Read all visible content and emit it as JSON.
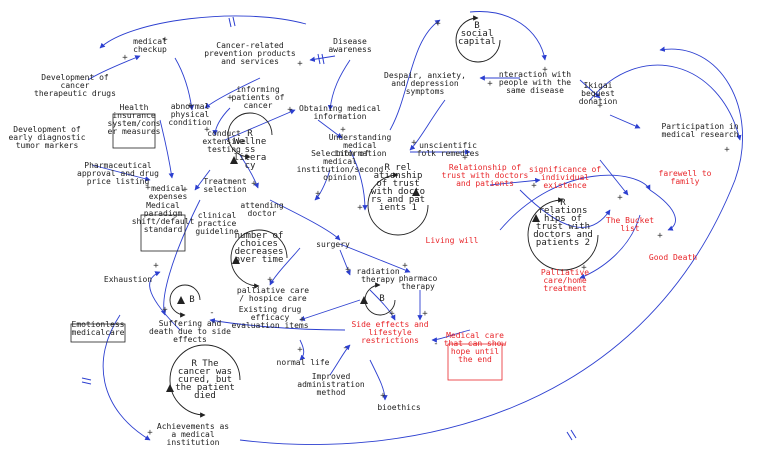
{
  "colors": {
    "arrow": "#2c3fd0",
    "red_text": "#e8262a",
    "black_text": "#222222"
  },
  "nodes": {
    "dev_cancer_drugs": [
      "Development of",
      "cancer",
      "therapeutic drugs"
    ],
    "medical_checkup": [
      "medical",
      "checkup"
    ],
    "cancer_prevention": [
      "Cancer-related",
      "prevention products",
      "and services"
    ],
    "disease_awareness": [
      "Disease",
      "awareness"
    ],
    "abnormal_condition": [
      "abnormal",
      "physical",
      "condition"
    ],
    "health_insurance": [
      "Health",
      "insurance",
      "system/cons",
      "er measures"
    ],
    "informing_patients": [
      "informing",
      "patients of",
      "cancer"
    ],
    "obtaining_info": [
      "Obtaining medical",
      "information"
    ],
    "dev_tumor_markers": [
      "Development of",
      "early diagnostic",
      "tumor markers"
    ],
    "extensive_testing": [
      "conduct",
      "extensive",
      "testing"
    ],
    "understanding_info": [
      "Understanding",
      "medical",
      "information"
    ],
    "unscientific_remedies": [
      "unscientific",
      "folk remedies"
    ],
    "despair": [
      "Despair, anxiety,",
      "and depression",
      "symptoms"
    ],
    "interaction": [
      "nteraction with",
      "people with the",
      "same disease"
    ],
    "ikigai": [
      "Ikigai",
      "bequest",
      "donation"
    ],
    "participation_research": [
      "Participation in",
      "medical research"
    ],
    "pharma_approval": [
      "Pharmaceutical",
      "approval and drug",
      "price listing"
    ],
    "treatment_selection": [
      "Treatment",
      "selection"
    ],
    "medical_expenses": [
      "medical",
      "expenses"
    ],
    "second_opinion": [
      "Selection of",
      "medical",
      "institution/second",
      "opinion"
    ],
    "relationship_trust": [
      "Relationship of",
      "trust with doctors",
      "and patients"
    ],
    "significance_existence": [
      "significance of",
      "individual",
      "existence"
    ],
    "farewell_family": [
      "farewell to",
      "family"
    ],
    "paradigm_shift": [
      "Medical",
      "paradigm",
      "shift/default",
      "standard"
    ],
    "clinical_guideline": [
      "clinical",
      "practice",
      "guideline"
    ],
    "attending_doctor": [
      "attending",
      "doctor"
    ],
    "living_will": [
      "Living will"
    ],
    "bucket_list": [
      "The Bucket",
      "list"
    ],
    "good_death": [
      "Good Death"
    ],
    "surgery": [
      "surgery"
    ],
    "radiation": [
      "radiation",
      "therapy"
    ],
    "pharmaco": [
      "pharmaco",
      "therapy"
    ],
    "exhaustion": [
      "Exhaustion"
    ],
    "palliative_hospice": [
      "palliative care",
      "/ hospice care"
    ],
    "palliative_home": [
      "Palliative",
      "care/home",
      "treatment"
    ],
    "emotionless_care": [
      "Emotionless",
      "medicalcare"
    ],
    "drug_efficacy": [
      "Existing drug",
      "efficacy",
      "evaluation items"
    ],
    "side_effects": [
      "Side effects and",
      "lifestyle",
      "restrictions"
    ],
    "suffering": [
      "Suffering and",
      "death due to side",
      "effects"
    ],
    "normal_life": [
      "normal life"
    ],
    "hope_care": [
      "Medical care",
      "that can show",
      "hope until",
      "the end"
    ],
    "improved_method": [
      "Improved",
      "administration",
      "method"
    ],
    "bioethics": [
      "bioethics"
    ],
    "achievements": [
      "Achievements as",
      "a medical",
      "institution"
    ]
  },
  "loops": {
    "social_capital": [
      "B",
      "social",
      "capital"
    ],
    "wellness_literacy": [
      "R",
      "Wellne",
      "ss",
      "litera",
      "cy"
    ],
    "relationship_doctors_r1": [
      "R  rel",
      "ationship",
      "of trust",
      "with docto",
      "rs and pat",
      "ients 1"
    ],
    "relationship_doctors_r2": [
      "R",
      "relations",
      "hips of",
      "trust with",
      "doctors and",
      "patients 2"
    ],
    "choices_decrease": [
      "number of",
      "choices",
      "decreases",
      "over time"
    ],
    "exhaustion_b": [
      "B"
    ],
    "radiation_b": [
      "B"
    ],
    "cancer_cured": [
      "R  The",
      "cancer was",
      "cured, but",
      "the patient",
      "died"
    ]
  }
}
